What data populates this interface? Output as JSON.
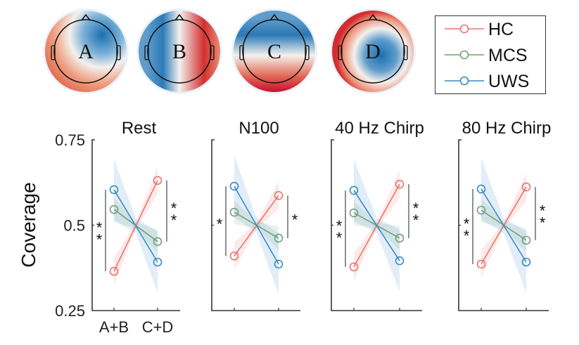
{
  "topomaps": [
    {
      "label": "A",
      "pattern": "blue-upper-right"
    },
    {
      "label": "B",
      "pattern": "blue-left-red-right"
    },
    {
      "label": "C",
      "pattern": "blue-top-red-bottom"
    },
    {
      "label": "D",
      "pattern": "red-rim-blue-center"
    }
  ],
  "legend": {
    "position": "top-right",
    "entries": [
      {
        "name": "HC",
        "color": "#E8746A"
      },
      {
        "name": "MCS",
        "color": "#6FA07A"
      },
      {
        "name": "UWS",
        "color": "#3A8AC6"
      }
    ]
  },
  "chart_data": [
    {
      "type": "line",
      "title": "Rest",
      "ylabel": "Coverage",
      "categories": [
        "A+B",
        "C+D"
      ],
      "ylim": [
        0.25,
        0.75
      ],
      "yticks": [
        "0.25",
        "0.5",
        "0.75"
      ],
      "series": [
        {
          "name": "HC",
          "values": [
            0.365,
            0.631
          ],
          "ci": 0.04
        },
        {
          "name": "MCS",
          "values": [
            0.546,
            0.452
          ],
          "ci": 0.035
        },
        {
          "name": "UWS",
          "values": [
            0.604,
            0.392
          ],
          "ci": 0.09
        }
      ],
      "significance": {
        "A+B": "**",
        "C+D": "**"
      }
    },
    {
      "type": "line",
      "title": "N100",
      "categories": [
        "A+B",
        "C+D"
      ],
      "ylim": [
        0.25,
        0.75
      ],
      "series": [
        {
          "name": "HC",
          "values": [
            0.41,
            0.587
          ],
          "ci": 0.04
        },
        {
          "name": "MCS",
          "values": [
            0.538,
            0.462
          ],
          "ci": 0.035
        },
        {
          "name": "UWS",
          "values": [
            0.614,
            0.386
          ],
          "ci": 0.09
        }
      ],
      "significance": {
        "A+B": "*",
        "C+D": "*"
      }
    },
    {
      "type": "line",
      "title": "40 Hz Chirp",
      "categories": [
        "A+B",
        "C+D"
      ],
      "ylim": [
        0.25,
        0.75
      ],
      "series": [
        {
          "name": "HC",
          "values": [
            0.378,
            0.62
          ],
          "ci": 0.04
        },
        {
          "name": "MCS",
          "values": [
            0.536,
            0.462
          ],
          "ci": 0.035
        },
        {
          "name": "UWS",
          "values": [
            0.602,
            0.396
          ],
          "ci": 0.09
        }
      ],
      "significance": {
        "A+B": "**",
        "C+D": "**"
      }
    },
    {
      "type": "line",
      "title": "80 Hz Chirp",
      "categories": [
        "A+B",
        "C+D"
      ],
      "ylim": [
        0.25,
        0.75
      ],
      "series": [
        {
          "name": "HC",
          "values": [
            0.386,
            0.612
          ],
          "ci": 0.04
        },
        {
          "name": "MCS",
          "values": [
            0.544,
            0.456
          ],
          "ci": 0.035
        },
        {
          "name": "UWS",
          "values": [
            0.606,
            0.392
          ],
          "ci": 0.09
        }
      ],
      "significance": {
        "A+B": "**",
        "C+D": "**"
      }
    }
  ]
}
